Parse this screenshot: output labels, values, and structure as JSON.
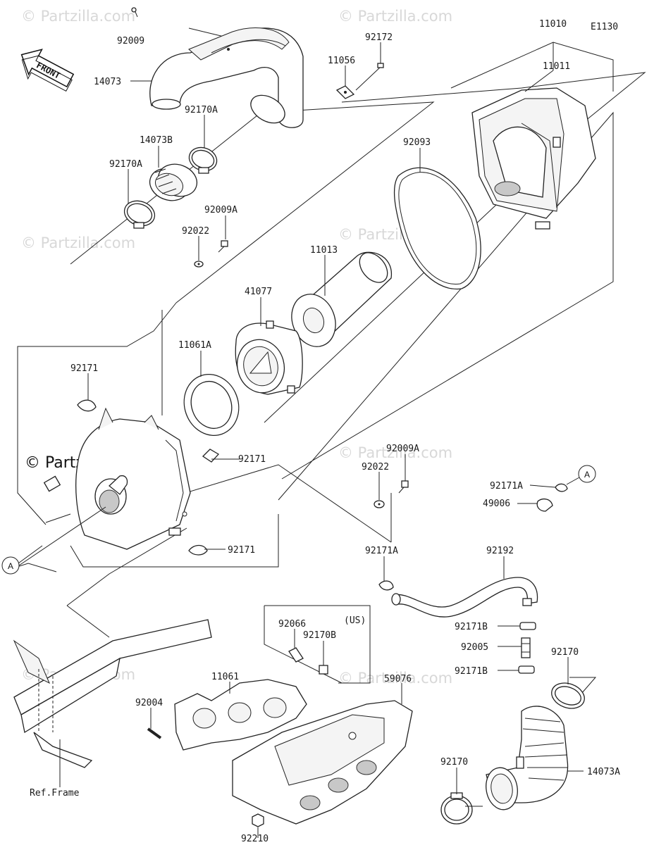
{
  "diagram_code": "E1130",
  "front_label": "FRONT",
  "ref_frame": "Ref.Frame",
  "us_note": "(US)",
  "callout_letter": "A",
  "watermark": "© Partzilla.com",
  "labels": {
    "p92009": "92009",
    "p14073": "14073",
    "p11056": "11056",
    "p92172": "92172",
    "p11010": "11010",
    "p11011": "11011",
    "p92170A_top": "92170A",
    "p14073B": "14073B",
    "p92170A_left": "92170A",
    "p92093": "92093",
    "p92009A_top": "92009A",
    "p92022_top": "92022",
    "p11013": "11013",
    "p41077": "41077",
    "p11061A": "11061A",
    "p92171_a": "92171",
    "p92171_b": "92171",
    "p92171_c": "92171",
    "p92009A_mid": "92009A",
    "p92022_mid": "92022",
    "p92171A_top": "92171A",
    "p49006": "49006",
    "p92171A_mid": "92171A",
    "p92192": "92192",
    "p92066": "92066",
    "p92170B": "92170B",
    "p92171B_a": "92171B",
    "p92005": "92005",
    "p92171B_b": "92171B",
    "p92170_right": "92170",
    "p11061": "11061",
    "p59076": "59076",
    "p92004": "92004",
    "p14073A": "14073A",
    "p92170_bottom": "92170",
    "p92210": "92210"
  }
}
